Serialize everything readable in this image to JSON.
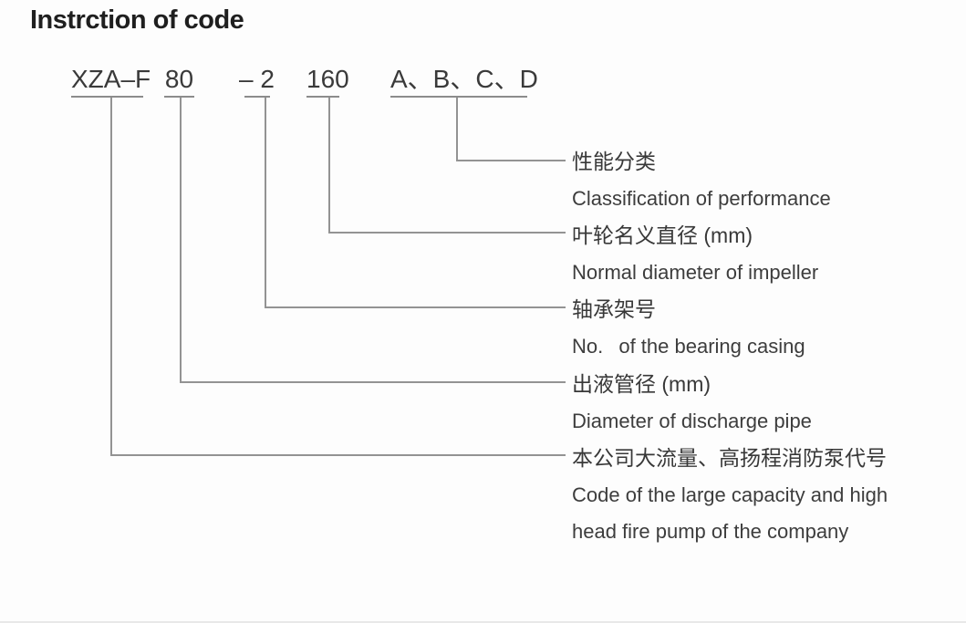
{
  "title": "Instrction of code",
  "code": {
    "full_string": "XZA–F 80 –2 160 A、B、C、D",
    "segments": [
      {
        "text": "XZA–F"
      },
      {
        "text": "80"
      },
      {
        "text": "– 2"
      },
      {
        "text": "160"
      },
      {
        "text": "A、B、C、D"
      }
    ]
  },
  "labels": [
    {
      "cn": "性能分类",
      "en": "Classification of performance"
    },
    {
      "cn": "叶轮名义直径 (mm)",
      "en": "Normal diameter of impeller"
    },
    {
      "cn": "轴承架号",
      "en": "No.  of the bearing casing"
    },
    {
      "cn": "出液管径 (mm)",
      "en": "Diameter of discharge pipe"
    },
    {
      "cn": "本公司大流量、高扬程消防泵代号",
      "en": "Code of the large capacity and high",
      "en2": "head fire pump of the company"
    }
  ],
  "colors": {
    "background": "#fdfdfd",
    "line": "#939393",
    "text": "#3d3d3d",
    "title_text": "#1f1f1f"
  }
}
